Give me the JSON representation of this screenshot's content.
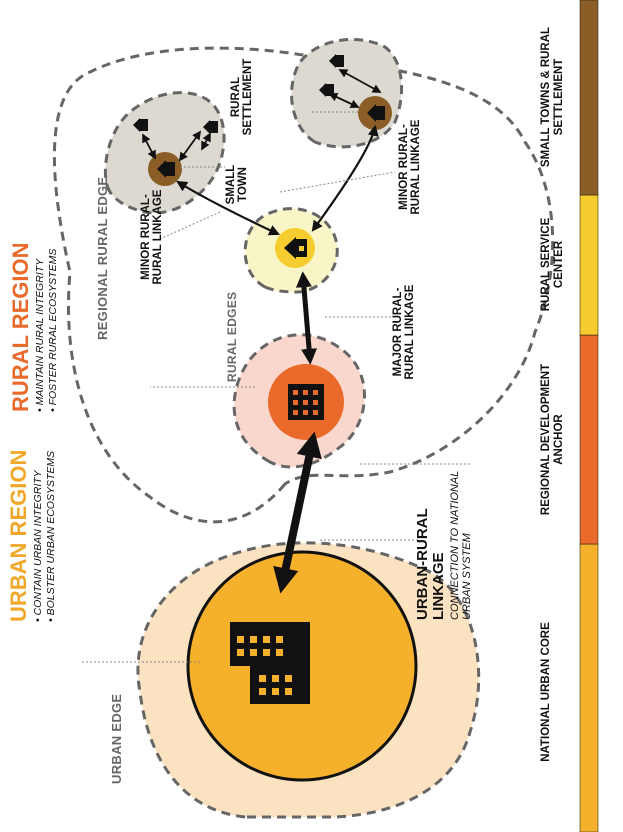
{
  "colors": {
    "urban_core": "#f6b12c",
    "urban_halo": "#fbe2c1",
    "regional_anchor": "#e96a2b",
    "regional_halo": "#f9d7cd",
    "rural_center": "#f6cd2f",
    "rural_halo": "#f8f5c6",
    "small_town": "#8a5e26",
    "settlement_patch": "#ddd9d0",
    "edge_dash": "#666666",
    "urban_title": "#f0a72a",
    "rural_title": "#e96a2b"
  },
  "urban": {
    "title": "URBAN REGION",
    "bullets": [
      "• CONTAIN URBAN INTEGRITY",
      "• BOLSTER URBAN ECOSYSTEMS"
    ],
    "edge_label": "URBAN EDGE",
    "core_icon": "office-building-icon"
  },
  "rural": {
    "title": "RURAL REGION",
    "bullets": [
      "• MAINTAIN RURAL INTEGRITY",
      "• FOSTER RURAL ECOSYSTEMS"
    ],
    "regional_edge_label": "REGIONAL RURAL EDGE",
    "rural_edges_label": "RURAL EDGES",
    "anchor_icon": "building-icon",
    "center_icon": "houses-icon",
    "town_icon": "house-icon"
  },
  "linkages": {
    "urban_rural": {
      "title": "URBAN-RURAL LINKAGE",
      "subtitle": "CONNECTION TO NATIONAL URBAN SYSTEM"
    },
    "major": "MAJOR RURAL-RURAL LINKAGE",
    "minor_left": "MINOR RURAL-RURAL LINKAGE",
    "minor_right": "MINOR RURAL-RURAL LINKAGE"
  },
  "labels": {
    "small_town": "SMALL TOWN",
    "rural_settlement": "RURAL SETTLEMENT"
  },
  "legend": [
    {
      "label": "NATIONAL URBAN CORE",
      "color": "#f6b12c"
    },
    {
      "label": "REGIONAL DEVELOPMENT ANCHOR",
      "color": "#e96a2b"
    },
    {
      "label": "RURAL SERVICE CENTER",
      "color": "#f6cd2f"
    },
    {
      "label": "SMALL TOWNS & RURAL SETTLEMENT",
      "color": "#8a5e26"
    }
  ]
}
